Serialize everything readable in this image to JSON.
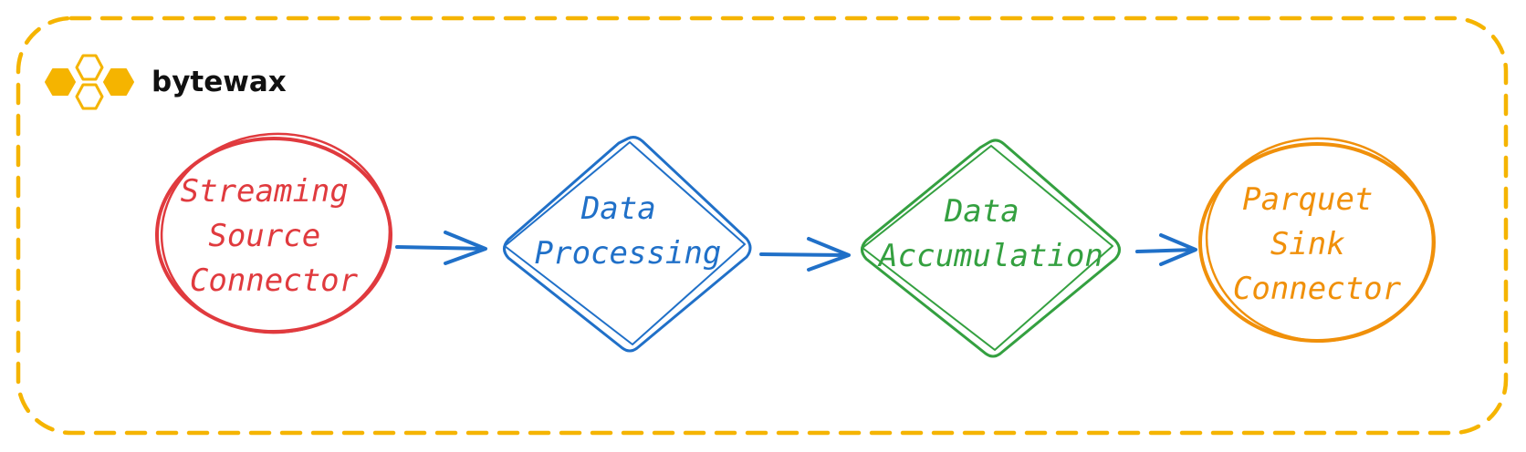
{
  "brand": {
    "name": "bytewax",
    "icon": "honeycomb-icon",
    "color": "#F5B400"
  },
  "frame_color": "#F5B400",
  "nodes": [
    {
      "id": "source",
      "shape": "circle",
      "color": "#E03A3E",
      "lines": [
        "Streaming",
        "Source",
        "Connector"
      ]
    },
    {
      "id": "processing",
      "shape": "diamond",
      "color": "#2070C8",
      "lines": [
        "Data",
        "Processing"
      ]
    },
    {
      "id": "accumulation",
      "shape": "diamond",
      "color": "#34A040",
      "lines": [
        "Data",
        "Accumulation"
      ]
    },
    {
      "id": "sink",
      "shape": "circle",
      "color": "#F0900A",
      "lines": [
        "Parquet",
        "Sink",
        "Connector"
      ]
    }
  ],
  "arrow_color": "#2070C8"
}
